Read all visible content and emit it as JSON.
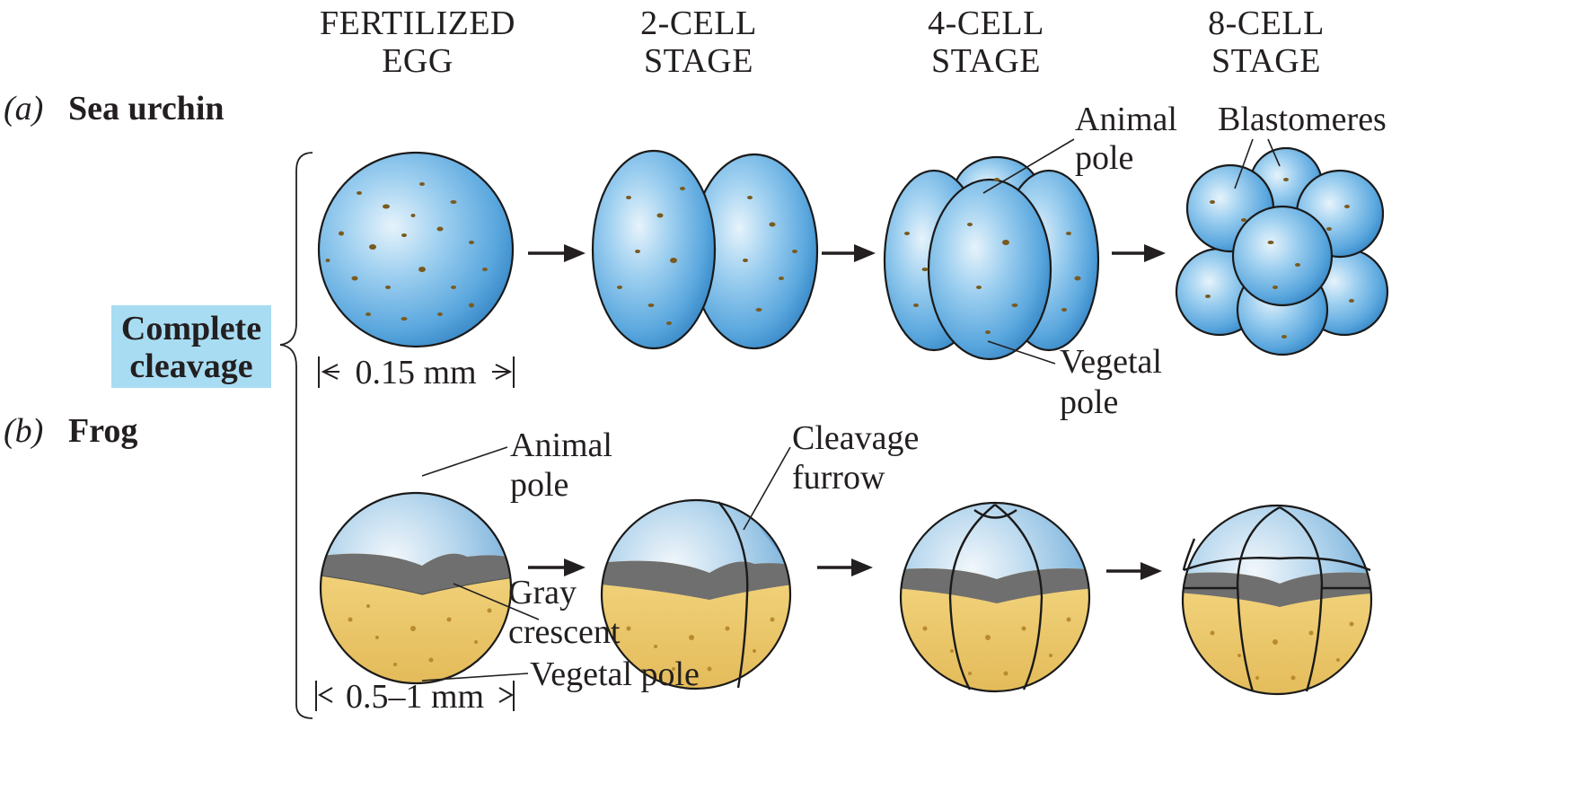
{
  "column_headers": [
    {
      "line1": "FERTILIZED",
      "line2": "EGG"
    },
    {
      "line1": "2-CELL",
      "line2": "STAGE"
    },
    {
      "line1": "4-CELL",
      "line2": "STAGE"
    },
    {
      "line1": "8-CELL",
      "line2": "STAGE"
    }
  ],
  "rows": {
    "a": {
      "letter": "(a)",
      "name": "Sea urchin"
    },
    "b": {
      "letter": "(b)",
      "name": "Frog"
    }
  },
  "group_label": {
    "line1": "Complete",
    "line2": "cleavage",
    "highlight_color": "#a8dcf2"
  },
  "scale_bars": {
    "urchin": "0.15 mm",
    "frog": "0.5–1 mm"
  },
  "labels": {
    "urchin_animal_pole": {
      "line1": "Animal",
      "line2": "pole"
    },
    "urchin_vegetal_pole": {
      "line1": "Vegetal",
      "line2": "pole"
    },
    "blastomeres": "Blastomeres",
    "frog_animal_pole": {
      "line1": "Animal",
      "line2": "pole"
    },
    "gray_crescent": {
      "line1": "Gray",
      "line2": "crescent"
    },
    "frog_vegetal_pole": "Vegetal pole",
    "cleavage_furrow": {
      "line1": "Cleavage",
      "line2": "furrow"
    }
  },
  "colors": {
    "cell_blue": "#4f9fd8",
    "cell_highlight": "#d7ecf8",
    "yolk": "#ecc96a",
    "speckle": "#7a5a1e",
    "gray_crescent": "#6f6f6f"
  }
}
